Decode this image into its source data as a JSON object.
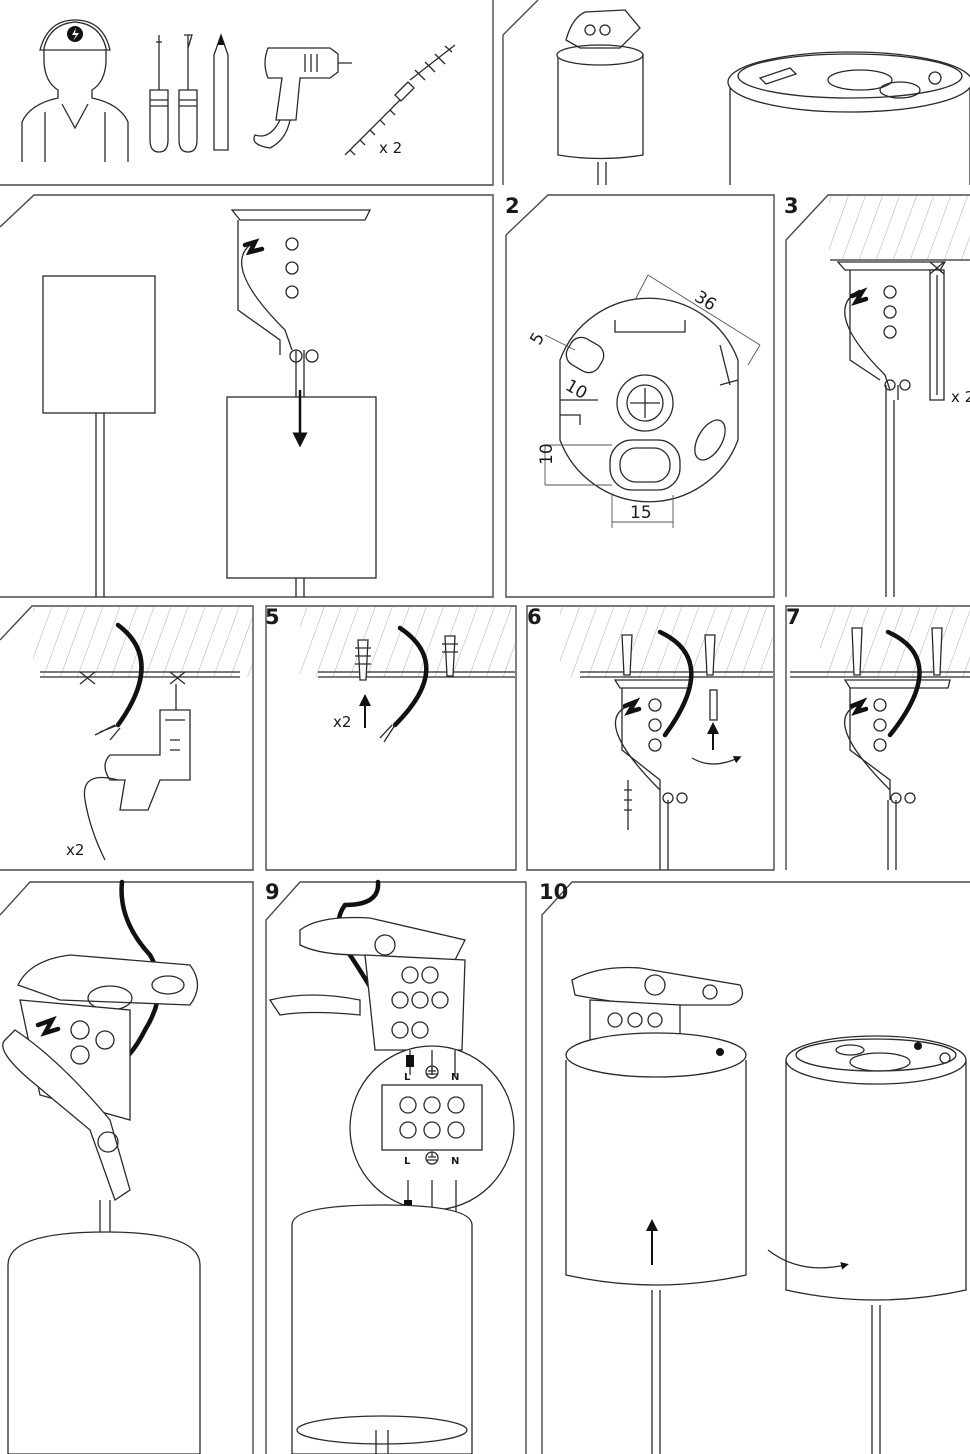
{
  "document": {
    "type": "installation-instructions",
    "steps": [
      {
        "number": "2",
        "dimensions": [
          "36",
          "5",
          "10",
          "10",
          "15"
        ]
      },
      {
        "number": "3",
        "quantity": "x 2"
      },
      {
        "number": "5",
        "quantity": "x2"
      },
      {
        "number": "6"
      },
      {
        "number": "7"
      },
      {
        "number": "9",
        "terminal_labels": [
          "L",
          "N"
        ]
      },
      {
        "number": "10"
      }
    ],
    "tools_quantity": "x 2",
    "drill_quantity": "x2"
  }
}
